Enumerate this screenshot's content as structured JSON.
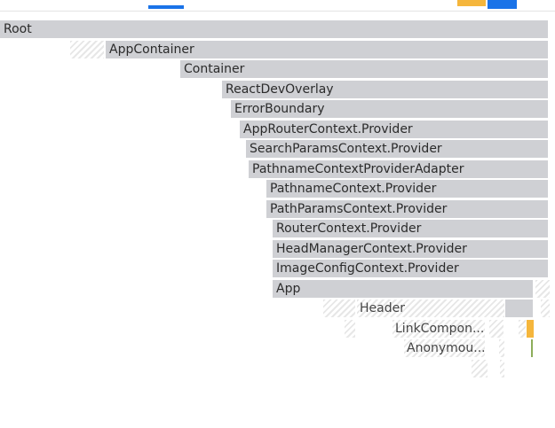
{
  "colors": {
    "bar": "#cfd0d4",
    "hatch": "#e7e7e7",
    "accent_blue": "#1a73e8",
    "accent_yellow": "#f5b63c",
    "accent_green": "#8dad5b"
  },
  "flamegraph": {
    "nodes": [
      {
        "label": "Root"
      },
      {
        "label": "AppContainer"
      },
      {
        "label": "Container"
      },
      {
        "label": "ReactDevOverlay"
      },
      {
        "label": "ErrorBoundary"
      },
      {
        "label": "AppRouterContext.Provider"
      },
      {
        "label": "SearchParamsContext.Provider"
      },
      {
        "label": "PathnameContextProviderAdapter"
      },
      {
        "label": "PathnameContext.Provider"
      },
      {
        "label": "PathParamsContext.Provider"
      },
      {
        "label": "RouterContext.Provider"
      },
      {
        "label": "HeadManagerContext.Provider"
      },
      {
        "label": "ImageConfigContext.Provider"
      },
      {
        "label": "App"
      },
      {
        "label": "Header"
      },
      {
        "label": "LinkCompon..."
      },
      {
        "label": "Anonymou..."
      }
    ]
  }
}
